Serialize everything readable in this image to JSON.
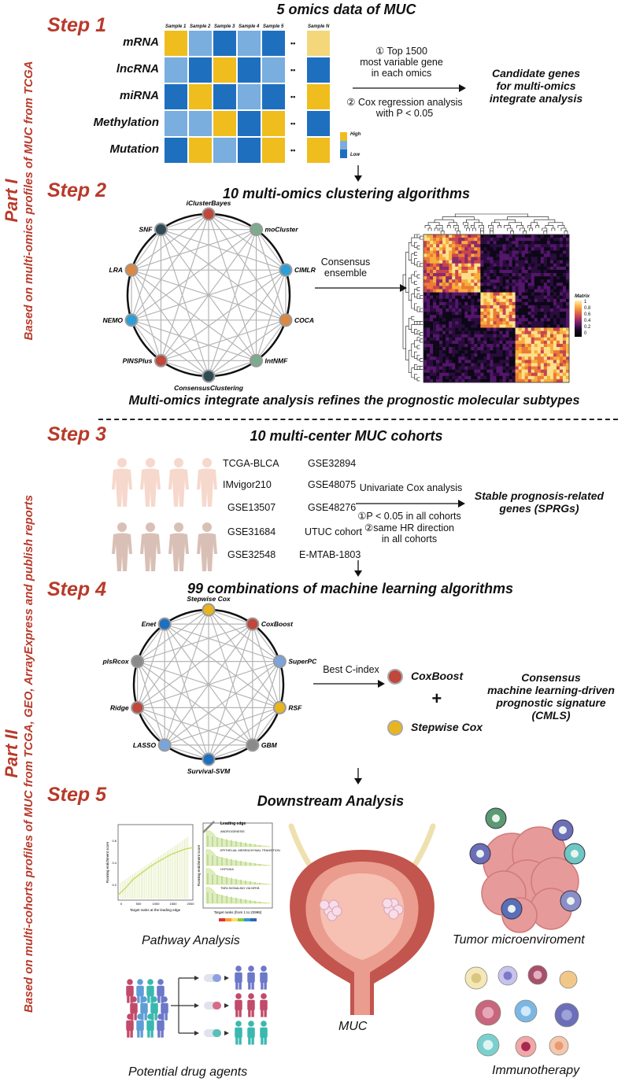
{
  "parts": {
    "part1": {
      "name": "Part I",
      "description": "Based on multi-omics profiles of MUC from TCGA"
    },
    "part2": {
      "name": "Part II",
      "description": "Based on multi-cohorts profiles of MUC from TCGA, GEO, ArrayExpress and publish reports"
    }
  },
  "step1": {
    "label": "Step 1",
    "title": "5 omics data of MUC",
    "samples": [
      "Sample 1",
      "Sample 2",
      "Sample 3",
      "Sample 4",
      "Sample 5",
      "Sample N"
    ],
    "omics": [
      "mRNA",
      "lncRNA",
      "miRNA",
      "Methylation",
      "Mutation"
    ],
    "levels": [
      [
        2,
        1,
        0,
        1,
        0,
        2
      ],
      [
        1,
        0,
        2,
        0,
        1,
        0
      ],
      [
        0,
        2,
        0,
        1,
        0,
        2
      ],
      [
        1,
        1,
        2,
        0,
        2,
        0
      ],
      [
        0,
        2,
        1,
        0,
        2,
        2
      ]
    ],
    "ellipsis": "••",
    "legend": {
      "high": "High",
      "low": "Low"
    },
    "colors": {
      "high": "#f0bd1e",
      "mid": "#79aede",
      "low": "#1f6fbf",
      "light": "#f3d77a"
    },
    "arrow_top": [
      "① Top 1500",
      "most variable gene",
      "in each omics"
    ],
    "arrow_bottom": [
      "② Cox regression analysis",
      "with P < 0.05"
    ],
    "result": [
      "Candidate genes",
      "for multi-omics",
      "integrate analysis"
    ]
  },
  "step2": {
    "label": "Step 2",
    "title": "10  multi-omics clustering algorithms",
    "algorithms": [
      {
        "name": "iClusterBayes",
        "color": "#c0473c"
      },
      {
        "name": "moCluster",
        "color": "#7dab8e"
      },
      {
        "name": "CIMLR",
        "color": "#2b9fd9"
      },
      {
        "name": "COCA",
        "color": "#dc8843"
      },
      {
        "name": "IntNMF",
        "color": "#7dab8e"
      },
      {
        "name": "ConsensusClustering",
        "color": "#2f4a55"
      },
      {
        "name": "PINSPlus",
        "color": "#c0473c"
      },
      {
        "name": "NEMO",
        "color": "#2b9fd9"
      },
      {
        "name": "LRA",
        "color": "#dc8843"
      },
      {
        "name": "SNF",
        "color": "#2f4a55"
      }
    ],
    "arrow_label": [
      "Consensus",
      "ensemble"
    ],
    "legend_title": "Matrix",
    "legend_ticks": [
      "1",
      "0.8",
      "0.6",
      "0.4",
      "0.2",
      "0"
    ]
  },
  "divider_text": "Multi-omics integrate analysis refines the prognostic molecular subtypes",
  "step3": {
    "label": "Step 3",
    "title": "10  multi-center MUC cohorts",
    "cohorts": [
      [
        "TCGA-BLCA",
        "GSE32894"
      ],
      [
        "IMvigor210",
        "GSE48075"
      ],
      [
        "GSE13507",
        "GSE48276"
      ],
      [
        "GSE31684",
        "UTUC cohort"
      ],
      [
        "GSE32548",
        "E-MTAB-1803"
      ]
    ],
    "arrow_top": "Univariate Cox analysis",
    "arrow_bottom": [
      "①P < 0.05 in all cohorts",
      "②same HR direction",
      "in all cohorts"
    ],
    "result": [
      "Stable prognosis-related",
      "genes (SPRGs)"
    ]
  },
  "step4": {
    "label": "Step 4",
    "title": "99 combinations of machine learning algorithms",
    "algorithms": [
      {
        "name": "Stepwise Cox",
        "color": "#e8b51f"
      },
      {
        "name": "CoxBoost",
        "color": "#c0473c"
      },
      {
        "name": "SuperPC",
        "color": "#7aa4da"
      },
      {
        "name": "RSF",
        "color": "#e8b51f"
      },
      {
        "name": "GBM",
        "color": "#8a8a8a"
      },
      {
        "name": "Survival-SVM",
        "color": "#1f6fbf"
      },
      {
        "name": "LASSO",
        "color": "#7aa4da"
      },
      {
        "name": "Ridge",
        "color": "#c0473c"
      },
      {
        "name": "plsRcox",
        "color": "#8a8a8a"
      },
      {
        "name": "Enet",
        "color": "#1f6fbf"
      }
    ],
    "arrow_label": "Best C-index",
    "best1": "CoxBoost",
    "plus": "+",
    "best2": "Stepwise Cox",
    "result": [
      "Consensus",
      "machine learning-driven",
      "prognostic signature",
      "(CMLS)"
    ]
  },
  "step5": {
    "label": "Step 5",
    "title": "Downstream Analysis",
    "panels": {
      "pathway": "Pathway Analysis",
      "tme": "Tumor microenviroment",
      "muc": "MUC",
      "drug": "Potential drug agents",
      "immuno": "Immunotherapy"
    },
    "pathway_plot": {
      "leading_edge": "Leading edge",
      "ylabel": "Running enrichment score",
      "xlabel": "Target ranks at the leading edge",
      "xlabel2": "Target ranks (from 1 to 22998)",
      "pathways": [
        "ANDROGENESIS",
        "EPITHELIAL MESENCHYMAL TRANSITION",
        "HYPOXIA",
        "TNFA SIGNALING VIA NFKB"
      ],
      "x_ticks": [
        "0",
        "500",
        "1000",
        "1500",
        "2000"
      ],
      "y_ticks": [
        "0.6",
        "0.4",
        "0.2"
      ]
    }
  }
}
